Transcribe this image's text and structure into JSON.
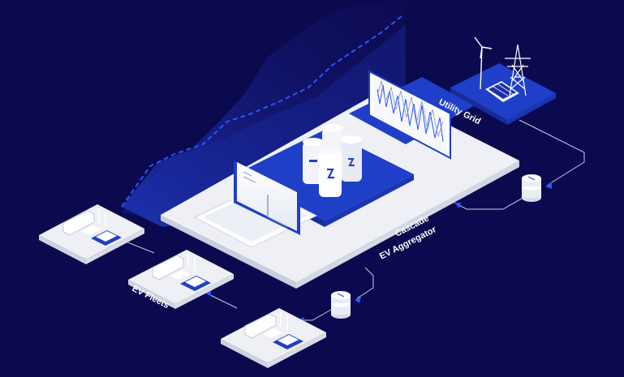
{
  "labels": {
    "utility_grid": "Utility Grid",
    "aggregator_line1": "Cascade",
    "aggregator_line2": "EV Aggregator",
    "ev_fleets": "EV Fleets"
  },
  "colors": {
    "background": "#0c0a4f",
    "platform": "#eef0f5",
    "accent_blue": "#1f3fc8",
    "bright_blue": "#2a55ff",
    "battery_white": "#f2f4fa",
    "flow_line": "#c7cbe6"
  },
  "icons": [
    "wind-turbine-icon",
    "power-tower-icon",
    "solar-panel-icon",
    "battery-icon",
    "coin-stack-icon",
    "bus-icon",
    "car-icon",
    "charger-icon",
    "laptop-icon",
    "monitor-icon"
  ]
}
